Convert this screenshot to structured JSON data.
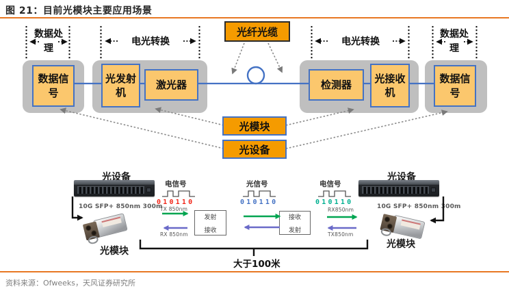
{
  "title": "图 21：目前光模块主要应用场景",
  "footer": {
    "source": "资料来源：Ofweeks，天风证券研究所"
  },
  "spans": {
    "left_outer": "数据处理",
    "left_inner": "电光转换",
    "right_inner": "电光转换",
    "right_outer": "数据处理"
  },
  "fiber_label": "光纤光缆",
  "flow": {
    "left_signal": "数据信号",
    "transmitter": "光发射机",
    "laser": "激光器",
    "detector": "检测器",
    "receiver": "光接收机",
    "right_signal": "数据信号"
  },
  "tags": {
    "module": "光模块",
    "device": "光设备"
  },
  "bottom": {
    "left_device": "光设备",
    "left_spec": "10G SFP+ 850nm 300m",
    "left_module": "光模块",
    "right_device": "光设备",
    "right_spec": "10G SFP+ 850nm 300m",
    "right_module": "光模块",
    "distance": "大于100米",
    "signal_left": {
      "title": "电信号",
      "bits": "010110",
      "top_label": "TX 850nm",
      "bottom_label": "RX 850nm"
    },
    "signal_mid": {
      "title": "光信号",
      "bits": "010110"
    },
    "signal_right": {
      "title": "电信号",
      "bits": "010110",
      "top_label": "RX850nm",
      "bottom_label": "TX850nm"
    },
    "tx_box": {
      "line1": "发射",
      "line2": "接收"
    },
    "rx_box": {
      "line1": "接收",
      "line2": "发射"
    }
  },
  "colors": {
    "accent_orange": "#F59B00",
    "light_orange_box": "#FBC76D",
    "rule_orange": "#E87722",
    "blue_line": "#4472C4",
    "group_gray": "#BFBFBF",
    "bits_red": "#F22619",
    "bits_blue": "#4472C4",
    "bits_green": "#00B091",
    "arrow_green": "#00A550",
    "arrow_purple": "#6A6AC8"
  }
}
